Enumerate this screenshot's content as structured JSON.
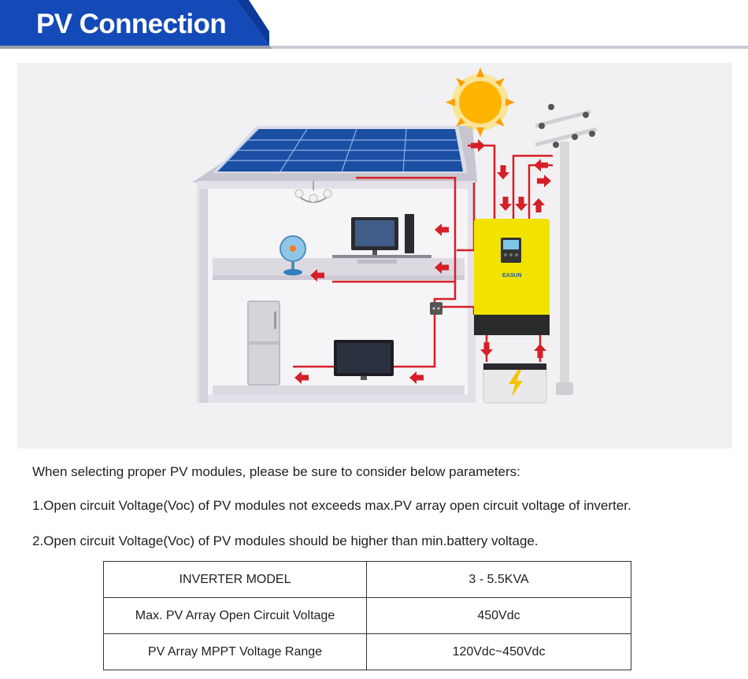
{
  "header": {
    "title": "PV Connection",
    "accent_color": "#1449b8"
  },
  "diagram": {
    "brand_label": "EASUN",
    "icons": [
      "sun-icon",
      "solar-panel-icon",
      "utility-pole-icon",
      "inverter-icon",
      "battery-icon",
      "chandelier-icon",
      "fan-icon",
      "computer-icon",
      "refrigerator-icon",
      "tv-icon",
      "power-socket-icon",
      "flow-arrow-icon"
    ],
    "colors": {
      "wire": "#d61f26",
      "inverter": "#f2e200",
      "house": "#e3e0e9"
    }
  },
  "intro": "When selecting proper PV modules, please be sure to consider below parameters:",
  "points": [
    "1.Open circuit Voltage(Voc) of PV modules not exceeds max.PV array open circuit voltage of inverter.",
    "2.Open circuit Voltage(Voc) of PV modules should be higher than min.battery voltage."
  ],
  "spec_table": {
    "rows": [
      [
        "INVERTER MODEL",
        "3 - 5.5KVA"
      ],
      [
        "Max. PV Array Open Circuit Voltage",
        "450Vdc"
      ],
      [
        "PV Array MPPT Voltage Range",
        "120Vdc~450Vdc"
      ]
    ]
  }
}
